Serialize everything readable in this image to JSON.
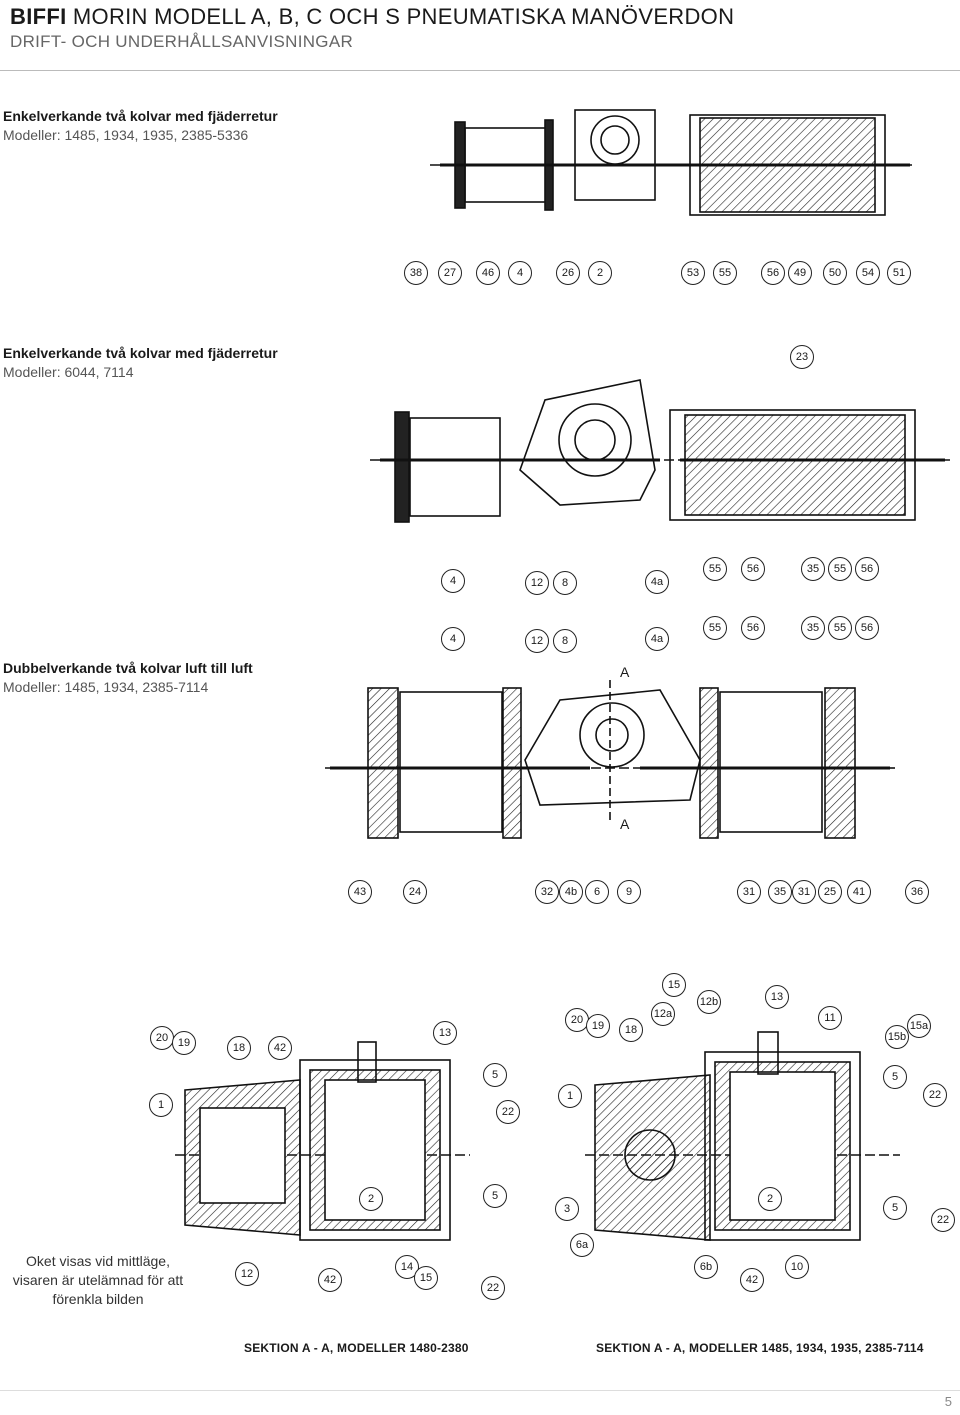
{
  "header": {
    "title_bold": "BIFFI",
    "title_rest": " MORIN MODELL A, B, C OCH S PNEUMATISKA MANÖVERDON",
    "subtitle": "DRIFT- OCH UNDERHÅLLSANVISNINGAR"
  },
  "sections": [
    {
      "heading": "Enkelverkande två kolvar med fjäderretur",
      "models": "Modeller: 1485, 1934, 1935, 2385-5336"
    },
    {
      "heading": "Enkelverkande två kolvar med fjäderretur",
      "models": "Modeller: 6044, 7114"
    },
    {
      "heading": "Dubbelverkande två kolvar luft till luft",
      "models": "Modeller: 1485, 1934, 2385-7114"
    }
  ],
  "callouts": {
    "fig1": [
      "38",
      "27",
      "46",
      "4",
      "26",
      "2",
      "53",
      "55",
      "56",
      "49",
      "50",
      "54",
      "51"
    ],
    "fig2_top": [
      "23"
    ],
    "fig2_bottom": [
      "4",
      "12",
      "8",
      "4a",
      "55",
      "56",
      "35",
      "55",
      "56"
    ],
    "fig3_top": [
      "4",
      "12",
      "8",
      "4a",
      "55",
      "56",
      "35",
      "55",
      "56"
    ],
    "fig3_bottom": [
      "43",
      "24",
      "32",
      "4b",
      "6",
      "9",
      "31",
      "35",
      "31",
      "25",
      "41",
      "36"
    ],
    "fig4": [
      "20",
      "19",
      "18",
      "42",
      "13",
      "1",
      "5",
      "22",
      "2",
      "5",
      "12",
      "42",
      "14",
      "15",
      "22"
    ],
    "fig5": [
      "15",
      "13",
      "12b",
      "12a",
      "11",
      "20",
      "19",
      "18",
      "15a",
      "15b",
      "1",
      "5",
      "22",
      "3",
      "2",
      "5",
      "22",
      "6a",
      "6b",
      "42",
      "10"
    ]
  },
  "section_letter": "A",
  "note": [
    "Oket visas vid mittläge,",
    "visaren är utelämnad för att",
    "förenkla bilden"
  ],
  "captions": [
    "SEKTION A - A, MODELLER 1480-2380",
    "SEKTION A - A, MODELLER 1485, 1934, 1935, 2385-7114"
  ],
  "page_number": "5"
}
